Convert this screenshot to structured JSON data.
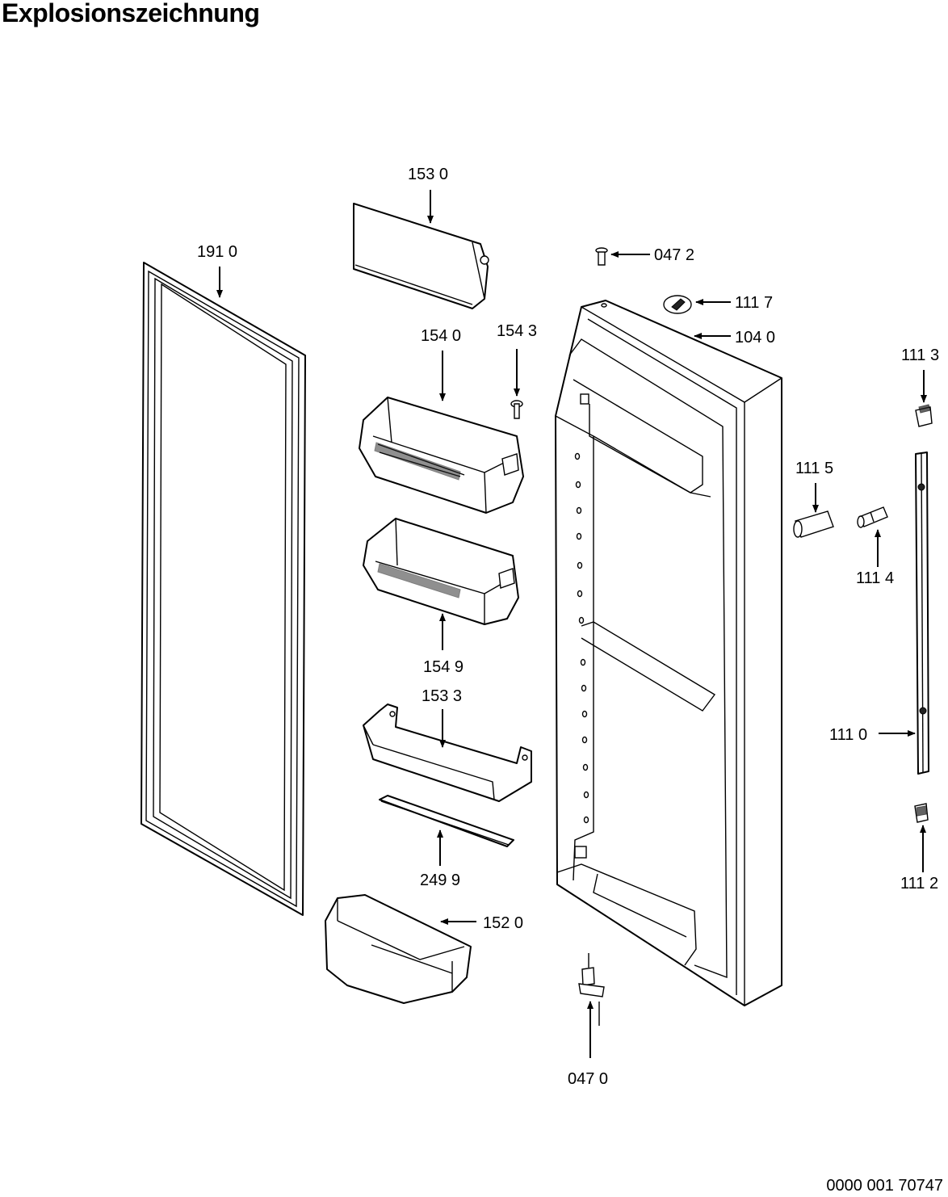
{
  "title": "Explosionszeichnung",
  "document_number": "0000 001 70747",
  "labels": {
    "p1530": "153 0",
    "p1910": "191 0",
    "p0472": "047 2",
    "p1117": "111 7",
    "p1040": "104 0",
    "p1540": "154 0",
    "p1543": "154 3",
    "p1113": "111 3",
    "p1115": "111 5",
    "p1114": "111 4",
    "p1549": "154 9",
    "p1533": "153 3",
    "p1110": "111 0",
    "p2499": "249 9",
    "p1112": "111 2",
    "p1520": "152 0",
    "p0470": "047 0"
  }
}
